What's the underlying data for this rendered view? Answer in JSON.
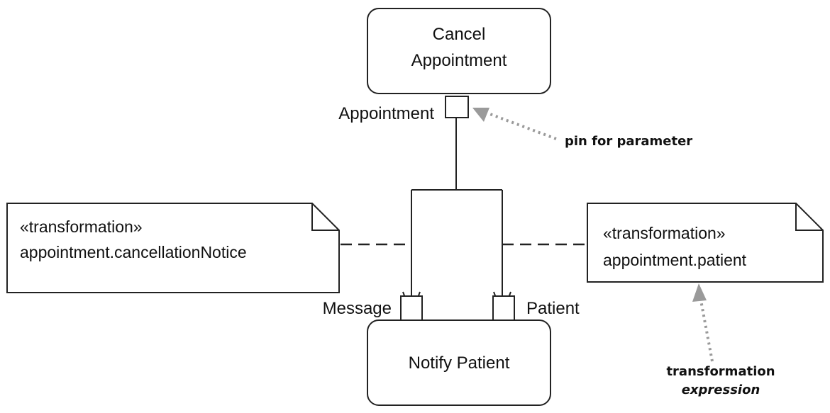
{
  "actions": {
    "cancel_appointment": {
      "line1": "Cancel",
      "line2": "Appointment"
    },
    "notify_patient": {
      "label": "Notify Patient"
    }
  },
  "pins": {
    "output": "Appointment",
    "input_message": "Message",
    "input_patient": "Patient"
  },
  "notes": {
    "left": {
      "stereotype": "«transformation»",
      "expression": "appointment.cancellationNotice"
    },
    "right": {
      "stereotype": "«transformation»",
      "expression": "appointment.patient"
    }
  },
  "annotations": {
    "pin_callout": "pin for parameter",
    "transformation_line1": "transformation",
    "transformation_line2": "expression"
  },
  "colors": {
    "stroke": "#222222",
    "callout_arrow": "#9a9a9a",
    "background": "#ffffff"
  }
}
